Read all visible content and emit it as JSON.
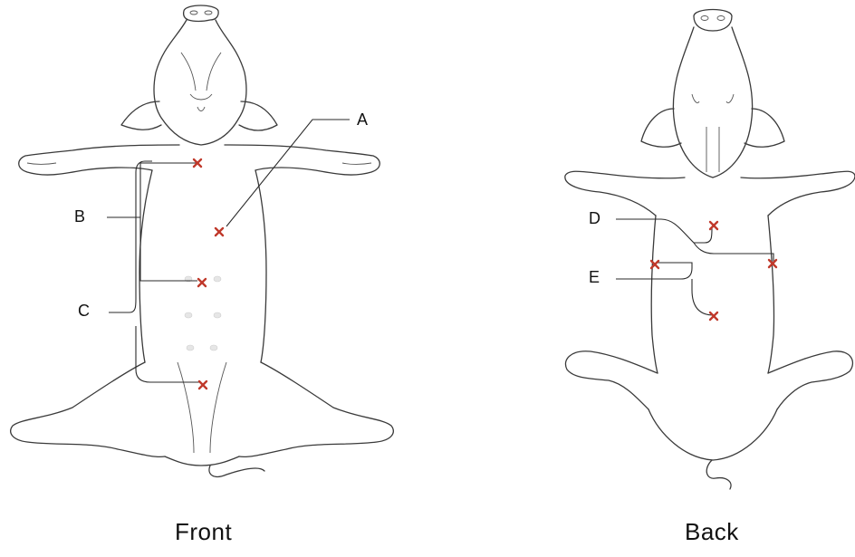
{
  "captions": {
    "front": "Front",
    "back": "Back"
  },
  "labels": {
    "a": "A",
    "b": "B",
    "c": "C",
    "d": "D",
    "e": "E"
  },
  "marker_color": "#c0392b",
  "outline_color": "#3a3a3a"
}
